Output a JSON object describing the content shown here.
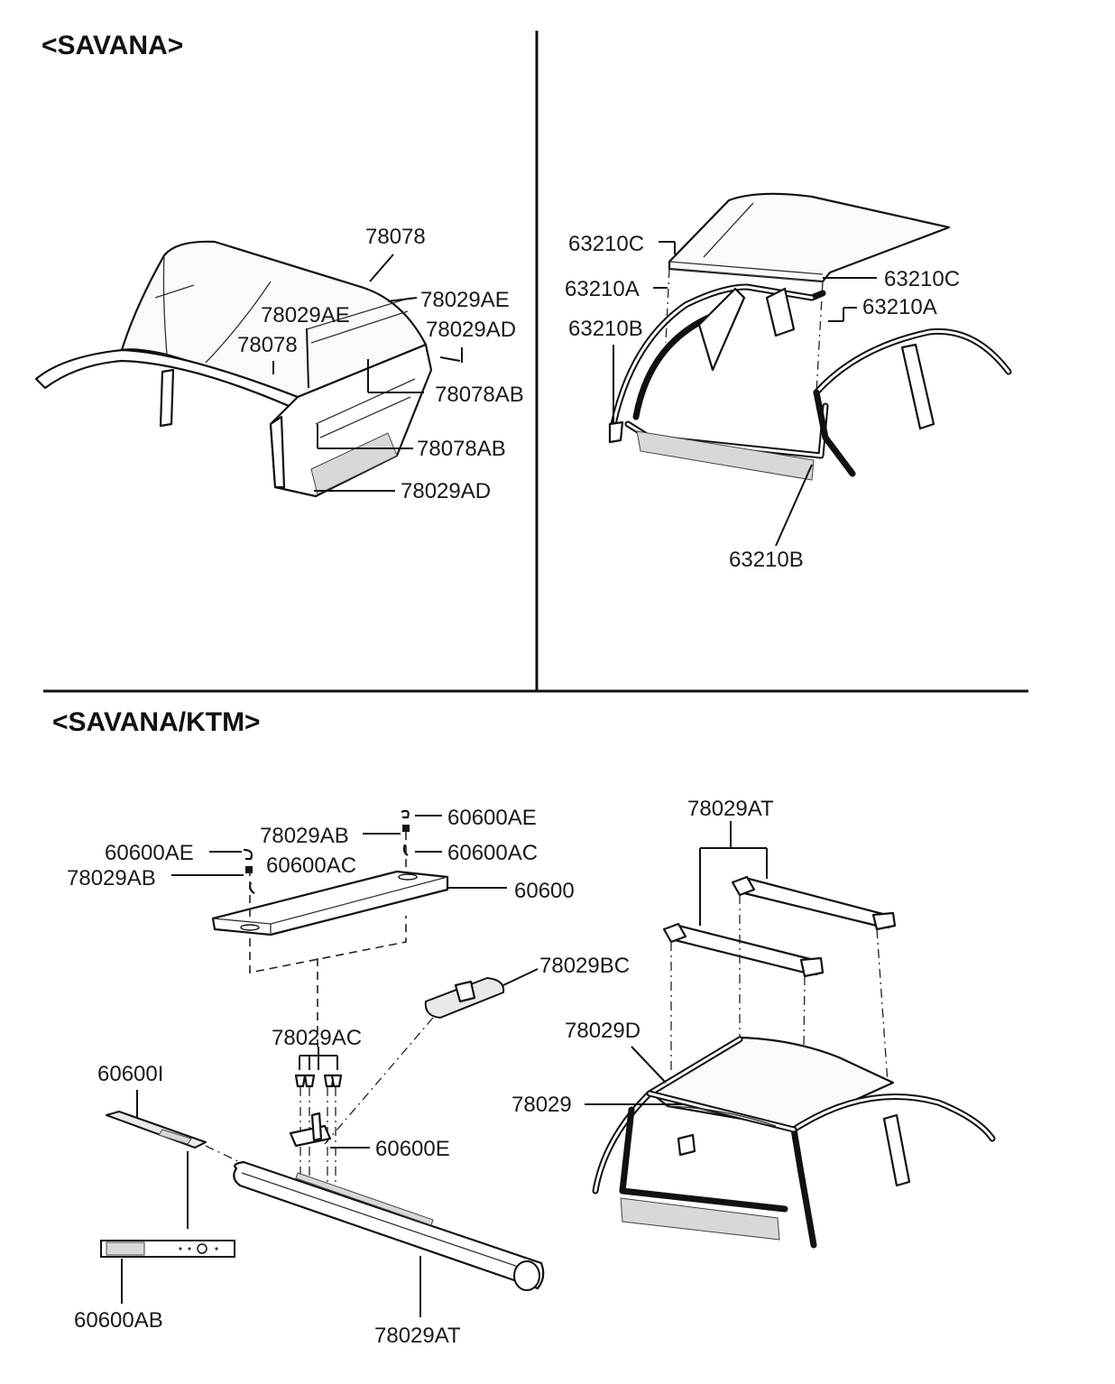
{
  "sections": {
    "savana": "<SAVANA>",
    "savana_ktm": "<SAVANA/KTM>"
  },
  "savana_left": {
    "c_78078_top": "78078",
    "c_78029AE_right": "78029AE",
    "c_78029AE_left": "78029AE",
    "c_78029AD_upper": "78029AD",
    "c_78078_mid": "78078",
    "c_78078AB_upper": "78078AB",
    "c_78078AB_lower": "78078AB",
    "c_78029AD_lower": "78029AD"
  },
  "savana_right": {
    "c_63210C_left": "63210C",
    "c_63210C_right": "63210C",
    "c_63210A_left": "63210A",
    "c_63210A_right": "63210A",
    "c_63210B_left": "63210B",
    "c_63210B_bottom": "63210B"
  },
  "ktm": {
    "c_60600AE_right": "60600AE",
    "c_78029AB_top": "78029AB",
    "c_60600AC_right": "60600AC",
    "c_60600AE_left": "60600AE",
    "c_60600AC_mid": "60600AC",
    "c_78029AB_left": "78029AB",
    "c_60600": "60600",
    "c_78029BC": "78029BC",
    "c_78029AC": "78029AC",
    "c_60600I": "60600I",
    "c_60600E": "60600E",
    "c_60600AB": "60600AB",
    "c_78029AT_bottom": "78029AT",
    "c_78029AT_top": "78029AT",
    "c_78029D": "78029D",
    "c_78029": "78029"
  }
}
